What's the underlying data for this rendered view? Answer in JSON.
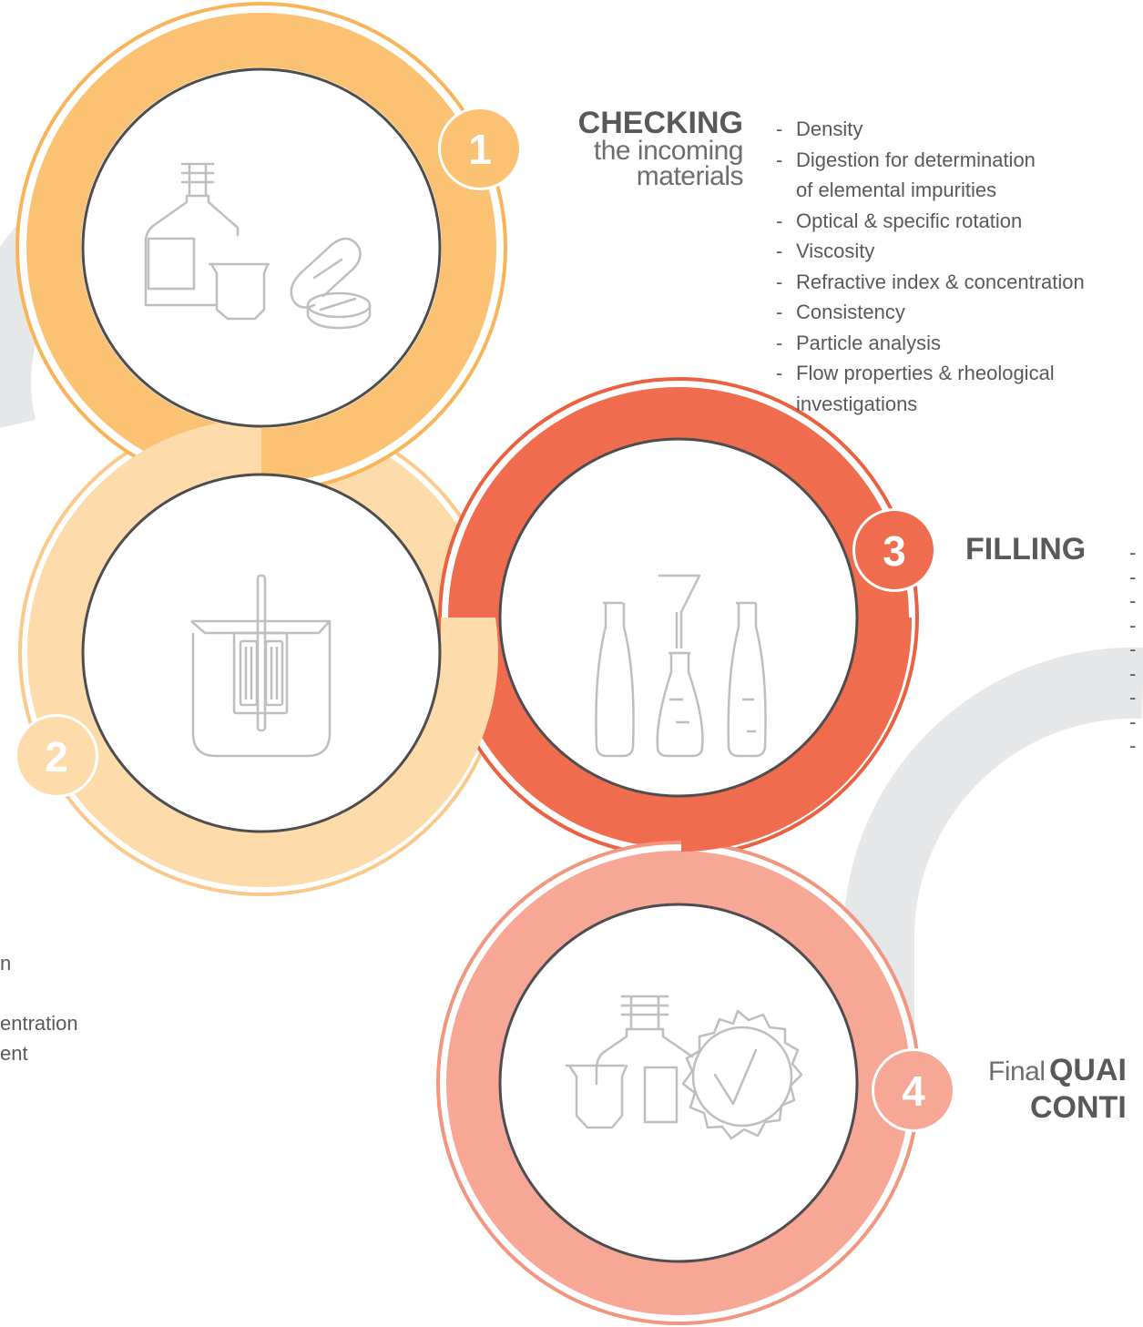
{
  "steps": [
    {
      "number": "1",
      "title_bold": "CHECKING",
      "title_light_lines": [
        "the incoming",
        "materials"
      ],
      "items": [
        "Density",
        "Digestion for determination",
        "of elemental impurities",
        "Optical & specific rotation",
        "Viscosity",
        "Refractive index & concentration",
        "Consistency",
        "Particle analysis",
        "Flow properties & rheological",
        "investigations"
      ],
      "continuation_lines": [
        false,
        false,
        true,
        false,
        false,
        false,
        false,
        false,
        false,
        true
      ]
    },
    {
      "number": "2",
      "cropped_items": [
        "n",
        "",
        "entration",
        "ent"
      ]
    },
    {
      "number": "3",
      "title_bold": "FILLING",
      "dash_count": 9
    },
    {
      "number": "4",
      "title_light": "Final",
      "title_bold_lines": [
        "QUAI",
        "CONTI"
      ]
    }
  ],
  "colors": {
    "step1": "#fbc273",
    "step1_outline": "#f9b45a",
    "step2": "#fddbab",
    "step2_outline": "#fbc98a",
    "step3": "#f06c4e",
    "step3_outline": "#ec5f3f",
    "step4": "#f6a795",
    "step4_outline": "#f29680",
    "connector": "#e6e7e8",
    "circle_stroke": "#4d4d4f",
    "icon_stroke": "#bcbec0",
    "text": "#58595b"
  },
  "icons": [
    "lab-bottles-pills-icon",
    "mixing-tank-icon",
    "filling-bottles-icon",
    "quality-check-icon"
  ]
}
